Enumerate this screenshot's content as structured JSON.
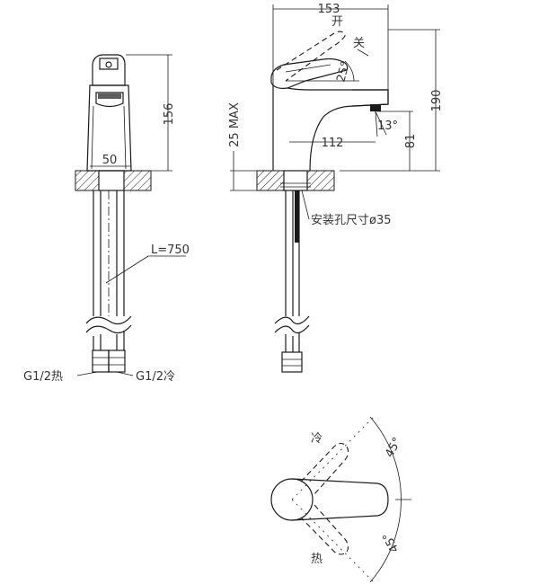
{
  "drawing": {
    "front_view": {
      "dim_height": "156",
      "dim_width": "50",
      "hose_length": "L=750",
      "inlet_hot": "G1/2热",
      "inlet_cold": "G1/2冷"
    },
    "side_view": {
      "dim_depth": "153",
      "label_open": "开",
      "label_close": "关",
      "dim_lever_angle": "25°",
      "dim_total_height": "190",
      "dim_spout_angle": "13°",
      "dim_spout_height": "81",
      "dim_reach": "112",
      "dim_deck_thickness": "25 MAX",
      "mounting_hole": "安装孔尺寸ø35"
    },
    "top_view": {
      "label_cold": "冷",
      "label_hot": "热",
      "angle_upper": "45°",
      "angle_lower": "45°"
    }
  }
}
